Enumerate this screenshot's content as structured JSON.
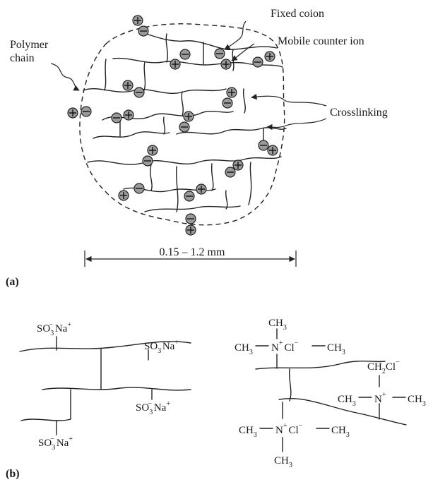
{
  "panel_a": {
    "panel_label": "(a)",
    "labels": {
      "polymer_chain": [
        "Polymer",
        "chain"
      ],
      "fixed_coion": "Fixed coion",
      "mobile_counter_ion": "Mobile counter ion",
      "crosslinking": "Crosslinking",
      "size_range": "0.15 – 1.2 mm"
    }
  },
  "panel_b": {
    "panel_label": "(b)",
    "cation_exchanger_groups": [
      "SO",
      "3",
      "−",
      "Na",
      "+"
    ],
    "anion_exchanger": {
      "methyl": "CH",
      "methyl_sub": "3",
      "nitrogen": "N",
      "plus": "+",
      "chloride": "Cl",
      "minus": "−",
      "ch2cl": "CH",
      "ch2cl_sub": "2",
      "cl": "Cl"
    }
  },
  "colors": {
    "ion_fill": "#9a9a9a",
    "ink": "#222222"
  }
}
